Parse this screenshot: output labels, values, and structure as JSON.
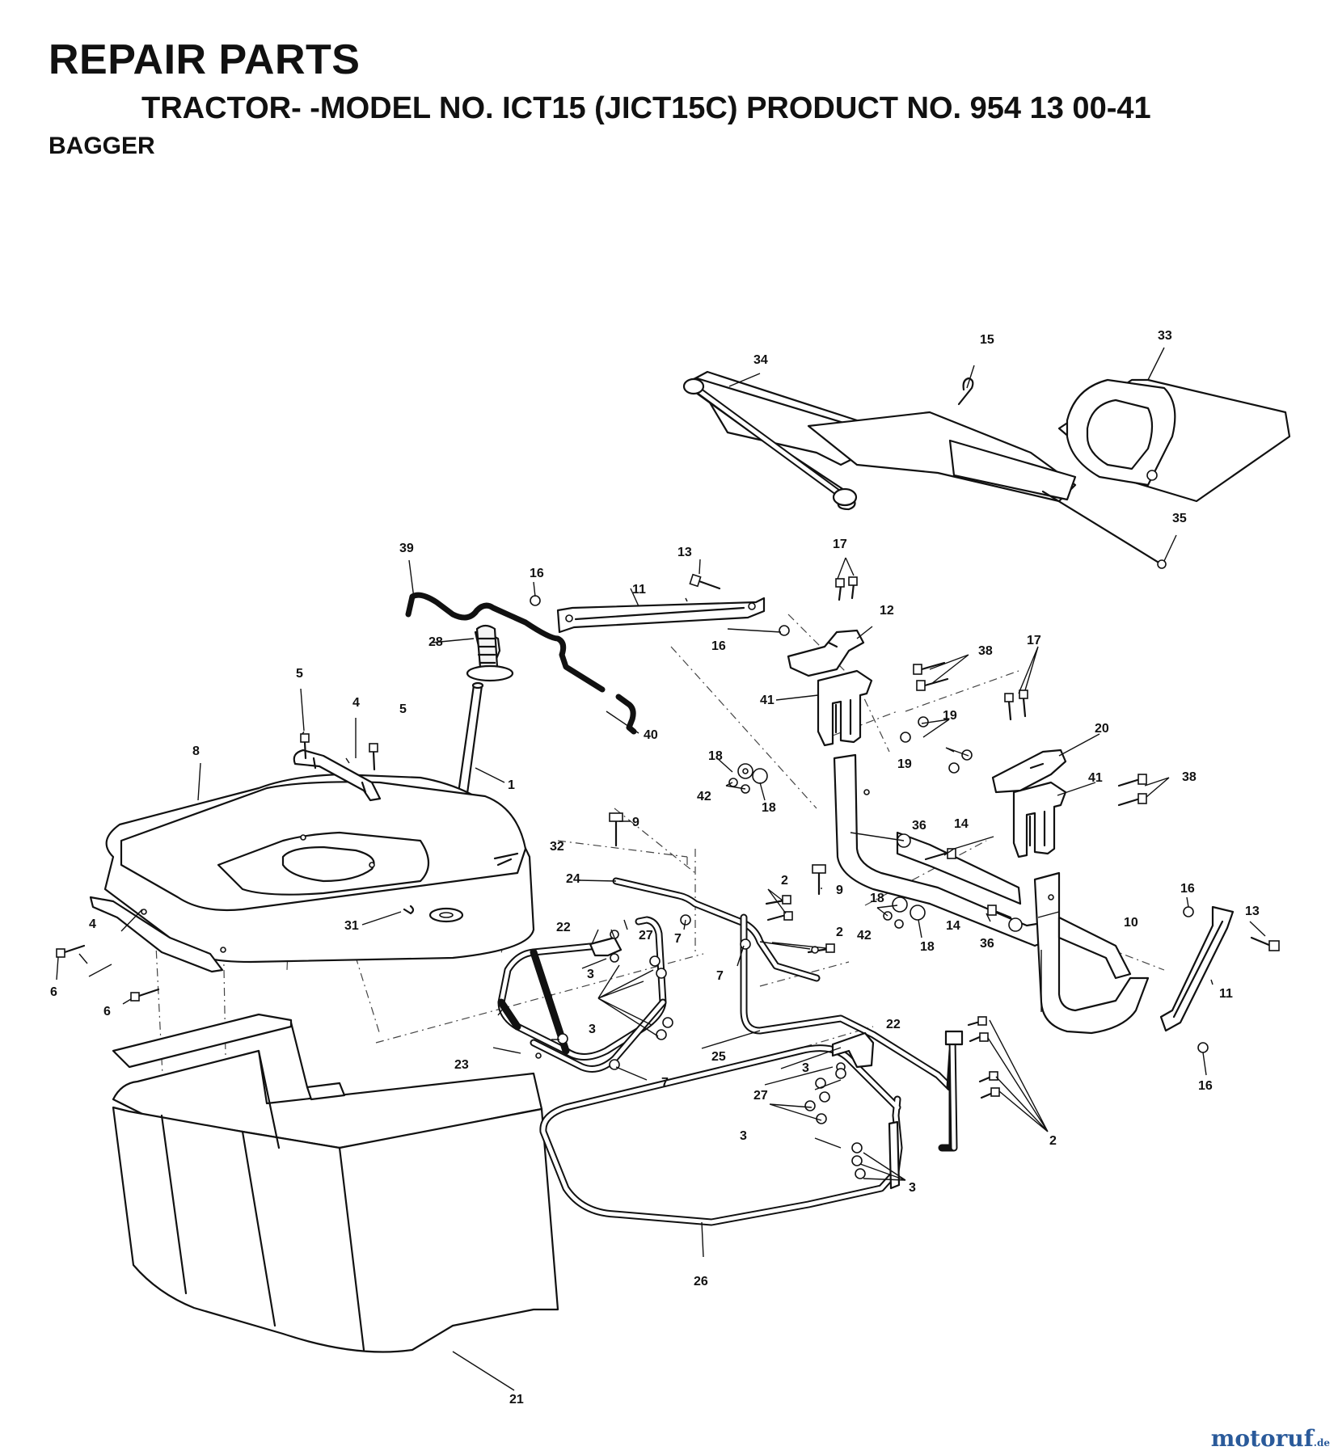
{
  "header": {
    "title": "REPAIR PARTS",
    "subtitle": "TRACTOR- -MODEL NO. ICT15 (JICT15C) PRODUCT NO. 954 13 00-41",
    "section": "BAGGER"
  },
  "callouts": {
    "c1": "1",
    "c2": "2",
    "c3": "3",
    "c4": "4",
    "c5": "5",
    "c6": "6",
    "c7": "7",
    "c8": "8",
    "c9": "9",
    "c10": "10",
    "c11": "11",
    "c12": "12",
    "c13": "13",
    "c14": "14",
    "c15": "15",
    "c16": "16",
    "c17": "17",
    "c18": "18",
    "c19": "19",
    "c20": "20",
    "c21": "21",
    "c22": "22",
    "c23": "23",
    "c24": "24",
    "c25": "25",
    "c26": "26",
    "c27": "27",
    "c28": "28",
    "c31": "31",
    "c32": "32",
    "c33": "33",
    "c34": "34",
    "c35": "35",
    "c36": "36",
    "c38": "38",
    "c39": "39",
    "c40": "40",
    "c41": "41",
    "c42": "42"
  },
  "watermark": {
    "brand": "motoruf",
    "tld": ".de"
  }
}
